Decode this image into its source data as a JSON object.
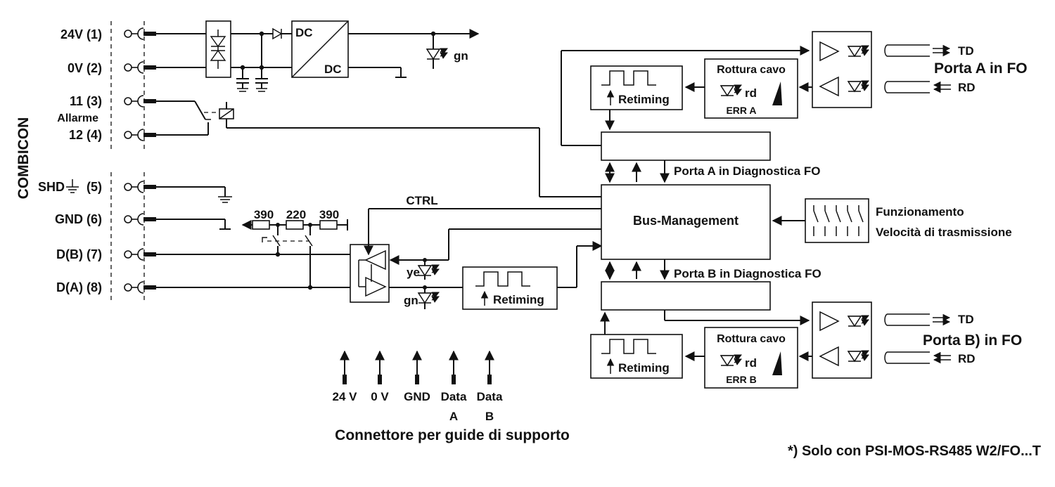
{
  "side_label": "COMBICON",
  "terminals": {
    "t1": "24V (1)",
    "t2": "0V (2)",
    "t3": "11 (3)",
    "alarm": "Allarme",
    "t4": "12 (4)",
    "t5_prefix": "SHD",
    "t5_suffix": "(5)",
    "t6": "GND (6)",
    "t7": "D(B) (7)",
    "t8": "D(A) (8)"
  },
  "power": {
    "dc_top": "DC",
    "dc_bottom": "DC",
    "led_gn": "gn"
  },
  "resistors": {
    "r1": "390",
    "r2": "220",
    "r3": "390"
  },
  "ctrl_label": "CTRL",
  "leds": {
    "ye": "ye",
    "gn": "gn",
    "rd_a": "rd",
    "rd_b": "rd"
  },
  "retiming": {
    "label": "Retiming"
  },
  "cable_break": {
    "label": "Rottura cavo",
    "err_a": "ERR A",
    "err_b": "ERR B"
  },
  "port_a": {
    "title": "Porta A in FO",
    "td": "TD",
    "rd": "RD",
    "diag": "Porta A in Diagnostica FO"
  },
  "port_b": {
    "title": "Porta B) in FO",
    "td": "TD",
    "rd": "RD",
    "diag": "Porta B in Diagnostica FO"
  },
  "bus_management": "Bus-Management",
  "switches": {
    "line1": "Funzionamento",
    "line2": "Velocità di trasmissione"
  },
  "rail_connector": {
    "pins": [
      {
        "top": "24 V",
        "bottom": ""
      },
      {
        "top": "0 V",
        "bottom": ""
      },
      {
        "top": "GND",
        "bottom": ""
      },
      {
        "top": "Data",
        "bottom": "A"
      },
      {
        "top": "Data",
        "bottom": "B"
      }
    ],
    "caption": "Connettore per guide di supporto"
  },
  "footnote": "*) Solo con PSI-MOS-RS485 W2/FO...T"
}
